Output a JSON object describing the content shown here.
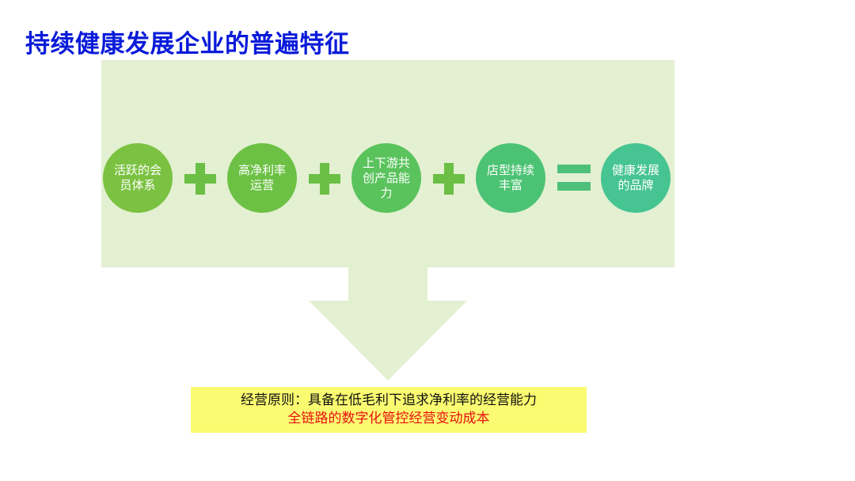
{
  "title": "持续健康发展企业的普遍特征",
  "nodes": [
    {
      "label": "活跃的会员体系",
      "color": "#7cc242"
    },
    {
      "label": "高净利率运营",
      "color": "#6cc144"
    },
    {
      "label": "上下游共创产品能力",
      "color": "#5ac35c"
    },
    {
      "label": "店型持续丰富",
      "color": "#4cc374"
    },
    {
      "label": "健康发展的品牌",
      "color": "#46c492"
    }
  ],
  "operators": [
    "+",
    "+",
    "+",
    "="
  ],
  "note": {
    "line1": "经营原则：具备在低毛利下追求净利率的经营能力",
    "line2": "全链路的数字化管控经营变动成本"
  },
  "colors": {
    "title": "#0a1bd9",
    "panel": "#e3f0d1",
    "plus": "#6bbf45",
    "equals": "#4ec07a",
    "note_bg": "#fbfb71",
    "note_highlight": "#e61010"
  }
}
